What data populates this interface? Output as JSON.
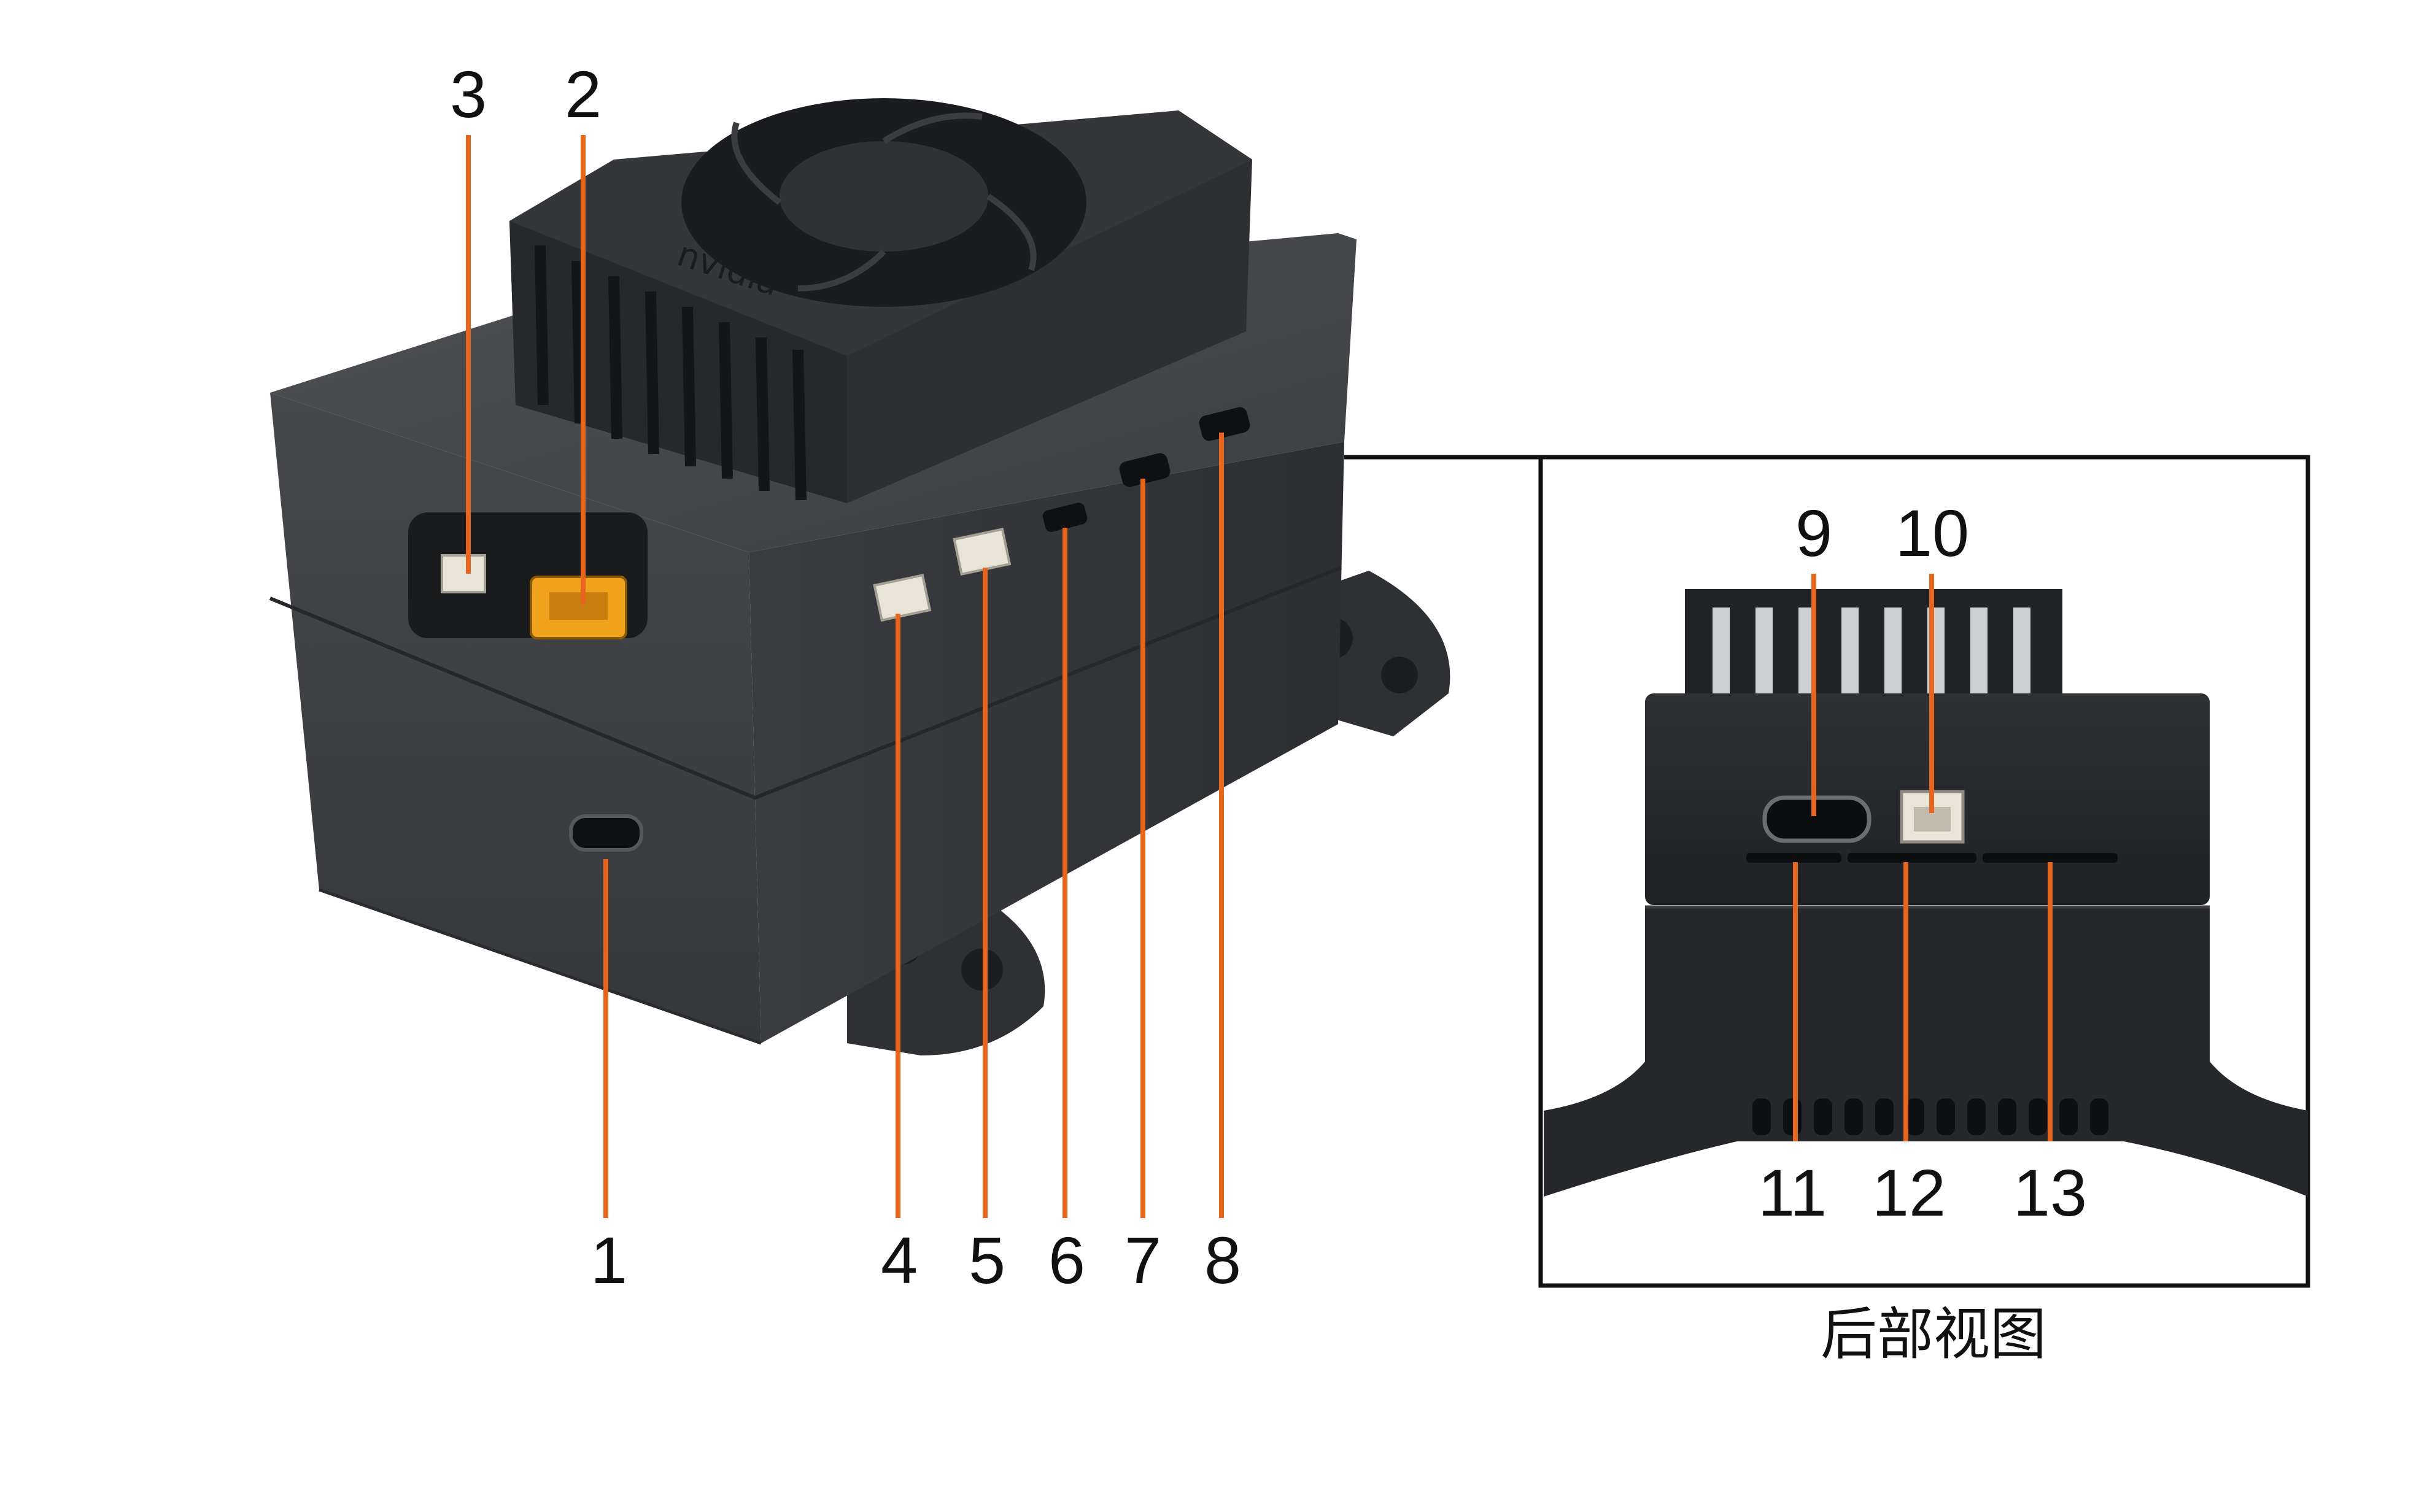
{
  "figure": {
    "main_view": {
      "callouts": [
        {
          "id": "1",
          "label": "1"
        },
        {
          "id": "2",
          "label": "2"
        },
        {
          "id": "3",
          "label": "3"
        },
        {
          "id": "4",
          "label": "4"
        },
        {
          "id": "5",
          "label": "5"
        },
        {
          "id": "6",
          "label": "6"
        },
        {
          "id": "7",
          "label": "7"
        },
        {
          "id": "8",
          "label": "8"
        }
      ]
    },
    "rear_view": {
      "caption": "后部视图",
      "callouts": [
        {
          "id": "9",
          "label": "9"
        },
        {
          "id": "10",
          "label": "10"
        },
        {
          "id": "11",
          "label": "11"
        },
        {
          "id": "12",
          "label": "12"
        },
        {
          "id": "13",
          "label": "13"
        }
      ]
    },
    "logo_text": "nvidia",
    "colors": {
      "leader_line": "#e8651e",
      "enclosure": "#3b3d41",
      "enclosure_dark": "#2a2c30",
      "connector_yellow": "#f0a21c",
      "connector_white": "#e8e4d8",
      "frame": "#111111"
    }
  }
}
